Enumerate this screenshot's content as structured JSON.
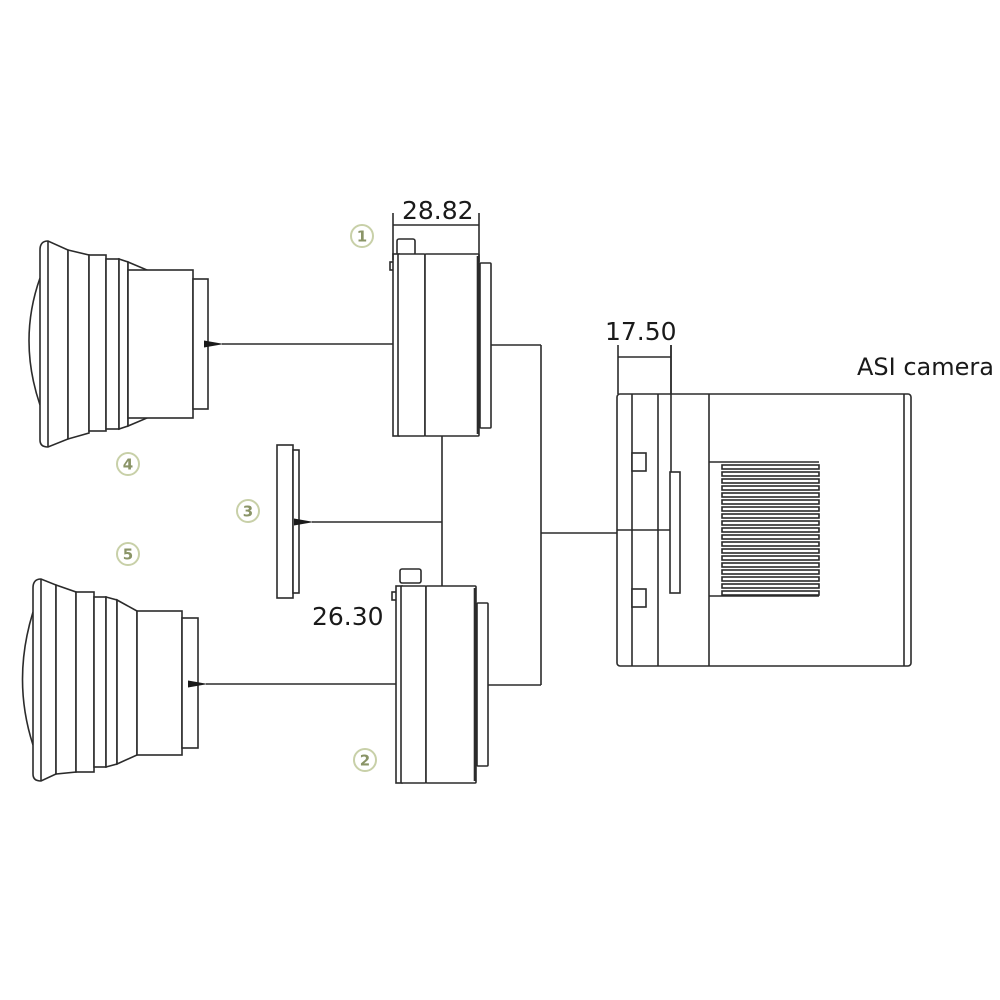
{
  "diagram": {
    "title": "ASI camera",
    "dimensions": {
      "top_adapter_width": "28.82",
      "camera_backfocus": "17.50",
      "bottom_adapter_width": "26.30"
    },
    "parts": [
      {
        "id": "1",
        "label": "1",
        "description": "adapter (top)"
      },
      {
        "id": "2",
        "label": "2",
        "description": "adapter (bottom)"
      },
      {
        "id": "3",
        "label": "3",
        "description": "spacer ring"
      },
      {
        "id": "4",
        "label": "4",
        "description": "lens (top)"
      },
      {
        "id": "5",
        "label": "5",
        "description": "lens (bottom)"
      }
    ],
    "colors": {
      "line": "#2b2b2b",
      "badge_ring": "#c8d0a8",
      "badge_text": "#8a9467",
      "background": "#ffffff"
    }
  }
}
